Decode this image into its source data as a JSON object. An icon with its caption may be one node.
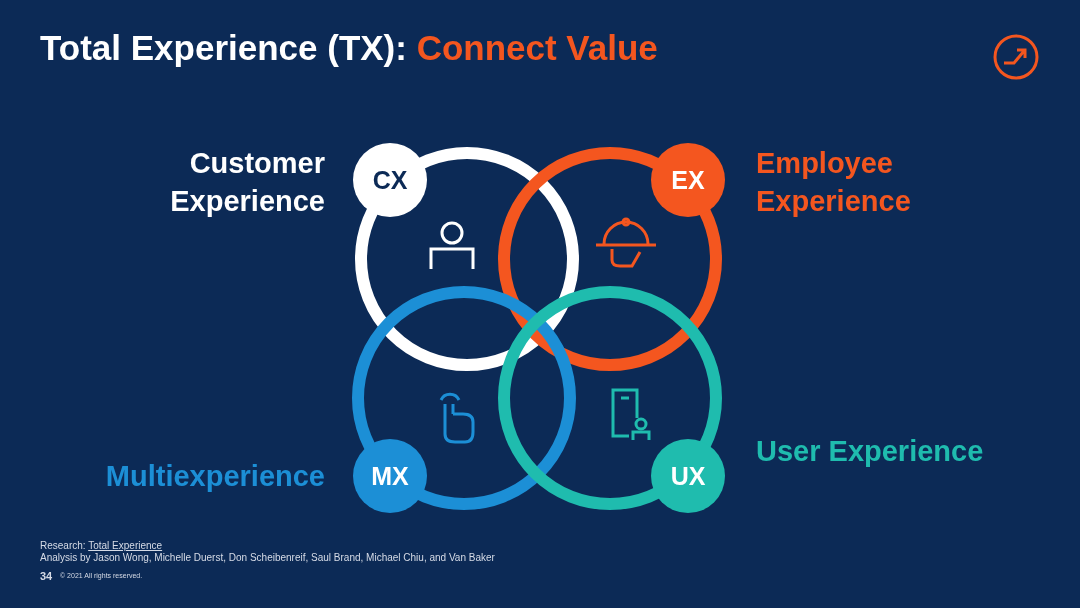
{
  "diagram": {
    "title": "Total Experience (TX): Connect Value",
    "nodes": [
      {
        "text": [
          "CX"
        ],
        "beside": [
          "Customer Experience"
        ]
      },
      {
        "text": [
          "EX"
        ],
        "beside": [
          "Employee Experience"
        ]
      },
      {
        "text": [
          "MX"
        ],
        "beside": [
          "Multiexperience"
        ]
      },
      {
        "text": [
          "UX"
        ],
        "beside": [
          "User Experience"
        ]
      }
    ],
    "edges": [],
    "labels": [
      "Research: Total Experience",
      "Analysis by Jason Wong, Michelle Duerst, Don Scheibenreif, Saul Brand, Michael Chiu, and Van Baker",
      "34",
      "© 2021 All rights reserved."
    ]
  }
}
